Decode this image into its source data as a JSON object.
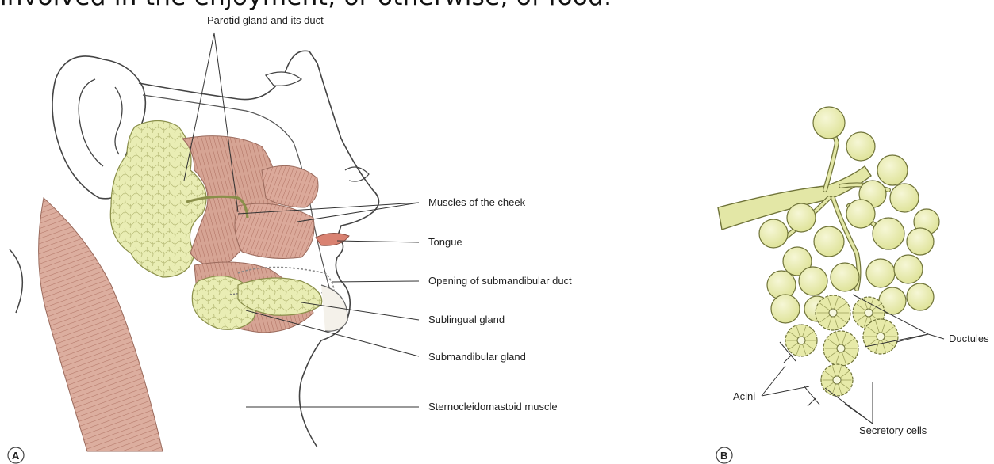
{
  "header_text": "involved in the enjoyment, or otherwise, of food.",
  "panel_a": {
    "letter": "A",
    "labels": {
      "parotid": "Parotid gland and its duct",
      "cheek_muscles": "Muscles of the cheek",
      "tongue": "Tongue",
      "submandibular_duct_opening": "Opening of submandibular duct",
      "sublingual": "Sublingual gland",
      "submandibular": "Submandibular gland",
      "sternocleidomastoid": "Sternocleidomastoid muscle"
    }
  },
  "panel_b": {
    "letter": "B",
    "labels": {
      "ductules": "Ductules",
      "acini": "Acini",
      "secretory_cells": "Secretory cells"
    }
  },
  "colors": {
    "gland": "#e8ecb0",
    "gland_stroke": "#8a8f4a",
    "muscle": "#d9a89a",
    "muscle_line": "#b8786a",
    "outline": "#444444",
    "tongue": "#d97a6a"
  }
}
